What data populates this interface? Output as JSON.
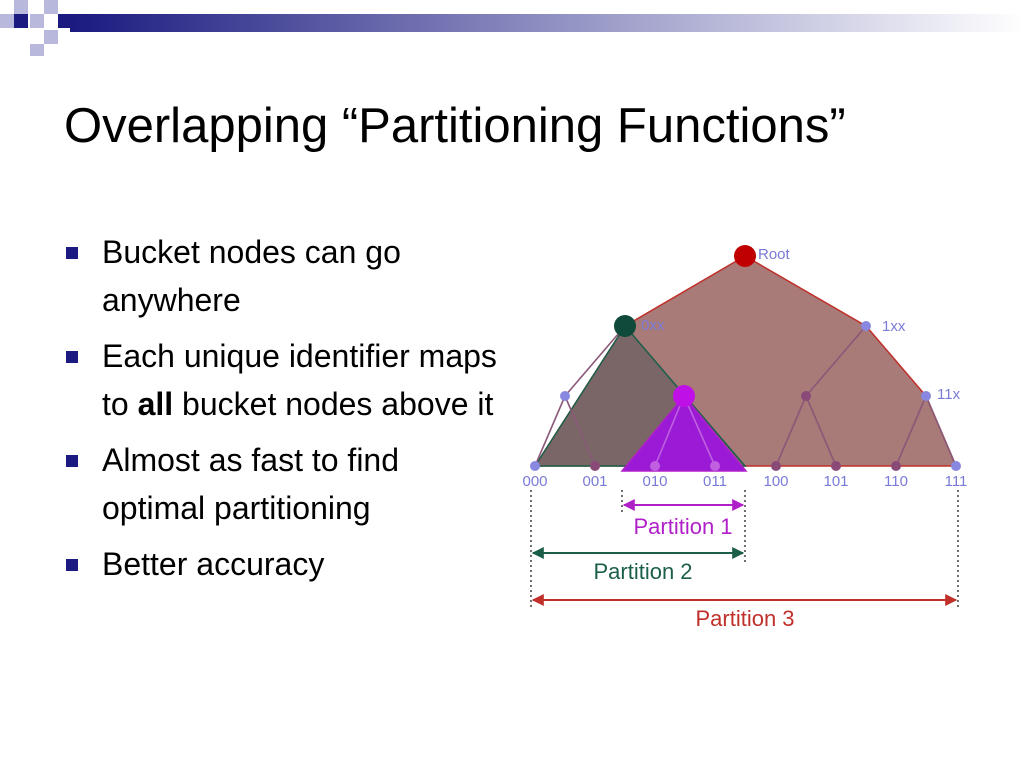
{
  "title": "Overlapping “Partitioning Functions”",
  "bullets": [
    {
      "text": "Bucket nodes can go anywhere"
    },
    {
      "before": "Each unique identifier maps to ",
      "bold": "all",
      "after": " bucket nodes above it"
    },
    {
      "text": "Almost as fast to find optimal partitioning"
    },
    {
      "text": "Better accuracy"
    }
  ],
  "diagram": {
    "node_labels": {
      "root": "Root",
      "n0xx": "0xx",
      "n1xx": "1xx",
      "n11x": "11x"
    },
    "leaf_labels": [
      "000",
      "001",
      "010",
      "011",
      "100",
      "101",
      "110",
      "111"
    ],
    "partitions": [
      {
        "label": "Partition 1",
        "color": "#b020c8"
      },
      {
        "label": "Partition 2",
        "color": "#1b5e4a"
      },
      {
        "label": "Partition 3",
        "color": "#c0302a"
      }
    ],
    "colors": {
      "partition3_fill": "#a87a78",
      "partition2_fill": "#7a6666",
      "partition1_fill": "#9a1ad6",
      "label_blue": "#7a7ad8"
    }
  }
}
